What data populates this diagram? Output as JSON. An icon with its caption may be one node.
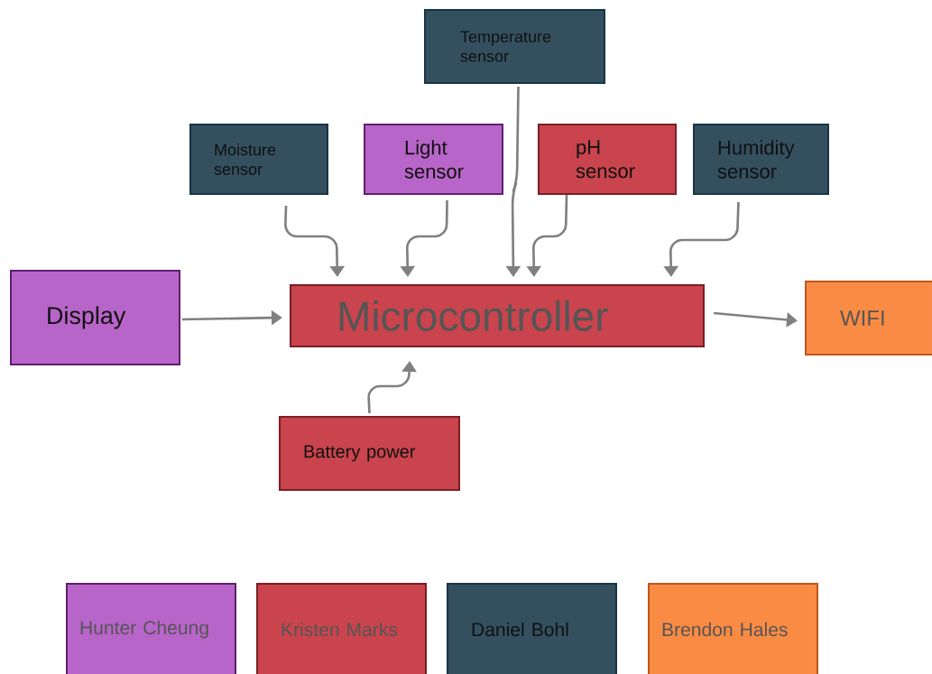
{
  "diagram": {
    "nodes": [
      {
        "text": [
          "Temperature sensor"
        ]
      },
      {
        "text": [
          "Moisture sensor"
        ]
      },
      {
        "text": [
          "Light sensor"
        ]
      },
      {
        "text": [
          "pH sensor"
        ]
      },
      {
        "text": [
          "Humidity sensor"
        ]
      },
      {
        "text": [
          "Display"
        ]
      },
      {
        "text": [
          "Microcontroller"
        ]
      },
      {
        "text": [
          "WIFI"
        ]
      },
      {
        "text": [
          "Battery power"
        ]
      },
      {
        "text": [
          "Hunter Cheung"
        ]
      },
      {
        "text": [
          "Kristen Marks"
        ]
      },
      {
        "text": [
          "Daniel Bohl"
        ]
      },
      {
        "text": [
          "Brendon Hales"
        ]
      }
    ],
    "edges": [
      {
        "from": 1,
        "to": 6,
        "arrow": "to"
      },
      {
        "from": 2,
        "to": 6,
        "arrow": "to"
      },
      {
        "from": 0,
        "to": 6,
        "arrow": "to"
      },
      {
        "from": 3,
        "to": 6,
        "arrow": "to"
      },
      {
        "from": 4,
        "to": 6,
        "arrow": "to"
      },
      {
        "from": 5,
        "to": 6,
        "arrow": "to"
      },
      {
        "from": 6,
        "to": 7,
        "arrow": "to"
      },
      {
        "from": 8,
        "to": 6,
        "arrow": "to"
      }
    ]
  }
}
